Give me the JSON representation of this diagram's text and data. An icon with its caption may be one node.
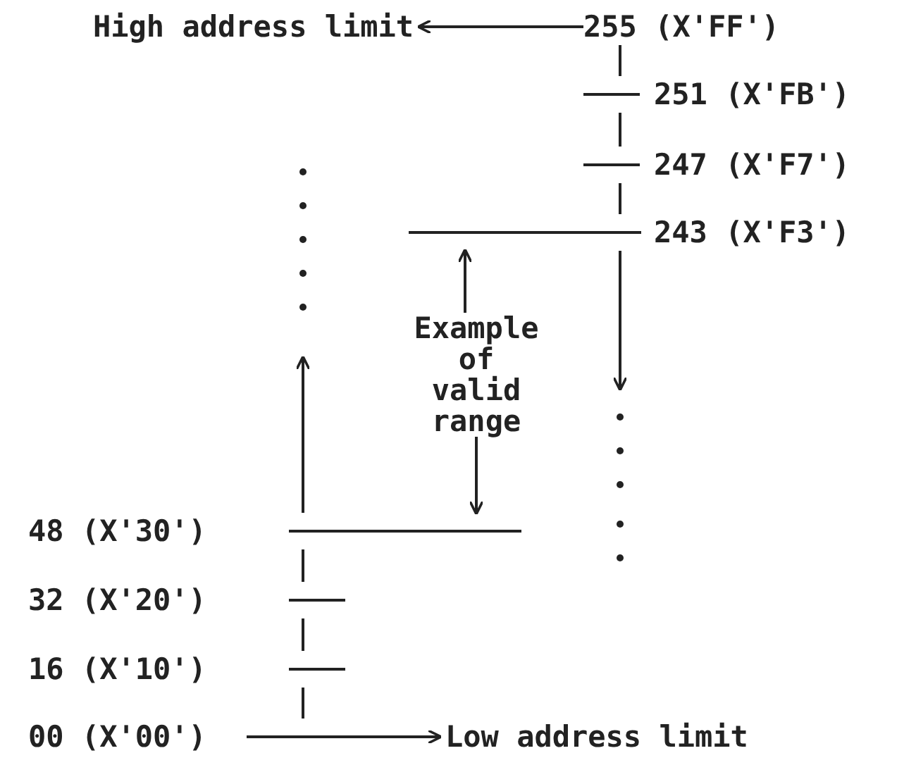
{
  "diagram": {
    "nodes": [
      {
        "text": [
          "High address limit"
        ]
      },
      {
        "text": [
          "255 (X'FF')"
        ]
      },
      {
        "text": [
          "251 (X'FB')"
        ]
      },
      {
        "text": [
          "247 (X'F7')"
        ]
      },
      {
        "text": [
          "243 (X'F3')"
        ]
      },
      {
        "text": [
          "Example of valid range"
        ]
      },
      {
        "text": [
          "48 (X'30')"
        ]
      },
      {
        "text": [
          "32 (X'20')"
        ]
      },
      {
        "text": [
          "16 (X'10')"
        ]
      },
      {
        "text": [
          "00 (X'00')"
        ]
      },
      {
        "text": [
          "Low address limit"
        ]
      }
    ],
    "edges": [
      {
        "from": 1,
        "to": 0,
        "arrow": "to"
      },
      {
        "from": 1,
        "to": 2,
        "arrow": "none"
      },
      {
        "from": 2,
        "to": 3,
        "arrow": "none"
      },
      {
        "from": 3,
        "to": 4,
        "arrow": "none"
      },
      {
        "from": 4,
        "to": null,
        "arrow": "to"
      },
      {
        "from": 5,
        "to": 4,
        "arrow": "to"
      },
      {
        "from": 5,
        "to": 6,
        "arrow": "to"
      },
      {
        "from": 6,
        "to": null,
        "arrow": "to"
      },
      {
        "from": 6,
        "to": 7,
        "arrow": "none"
      },
      {
        "from": 7,
        "to": 8,
        "arrow": "none"
      },
      {
        "from": 8,
        "to": 9,
        "arrow": "none"
      },
      {
        "from": 9,
        "to": 10,
        "arrow": "to"
      }
    ]
  }
}
